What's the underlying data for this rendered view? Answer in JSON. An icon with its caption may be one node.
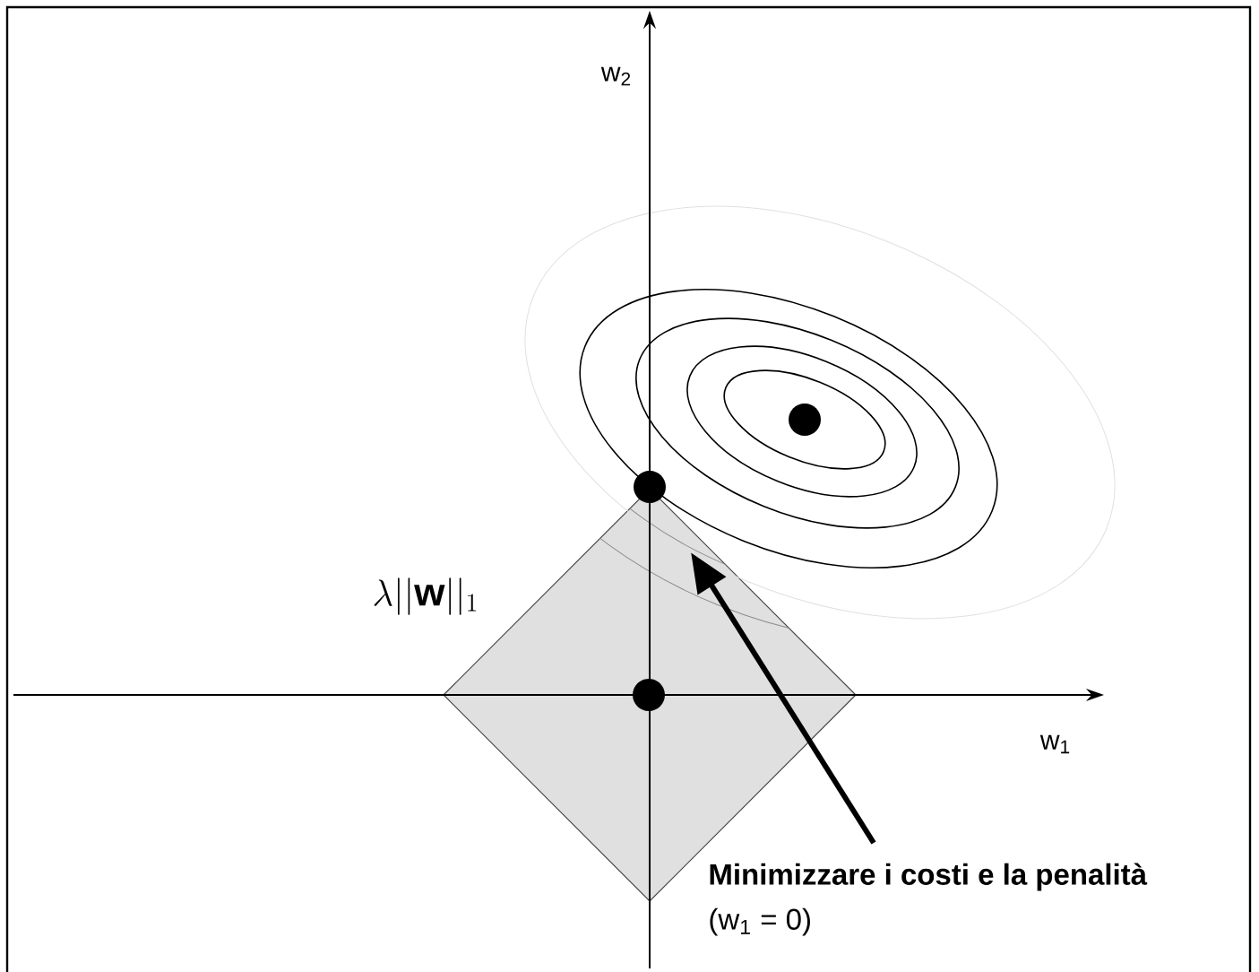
{
  "diagram": {
    "nodes": [
      {
        "text": [
          "Minimizzare i costi e la penalità",
          "(w$_{1}$ = 0)"
        ]
      },
      {
        "text": [],
        "shape": "circle"
      },
      {
        "text": [],
        "shape": "circle"
      },
      {
        "text": [],
        "shape": "circle"
      }
    ],
    "edges": [
      {
        "from": 0,
        "to": 2,
        "arrow": "to"
      }
    ],
    "labels": [
      "w$_{2}$",
      "w$_{1}$",
      "\\lambda||\\mathbf{w}||_{1}"
    ]
  }
}
